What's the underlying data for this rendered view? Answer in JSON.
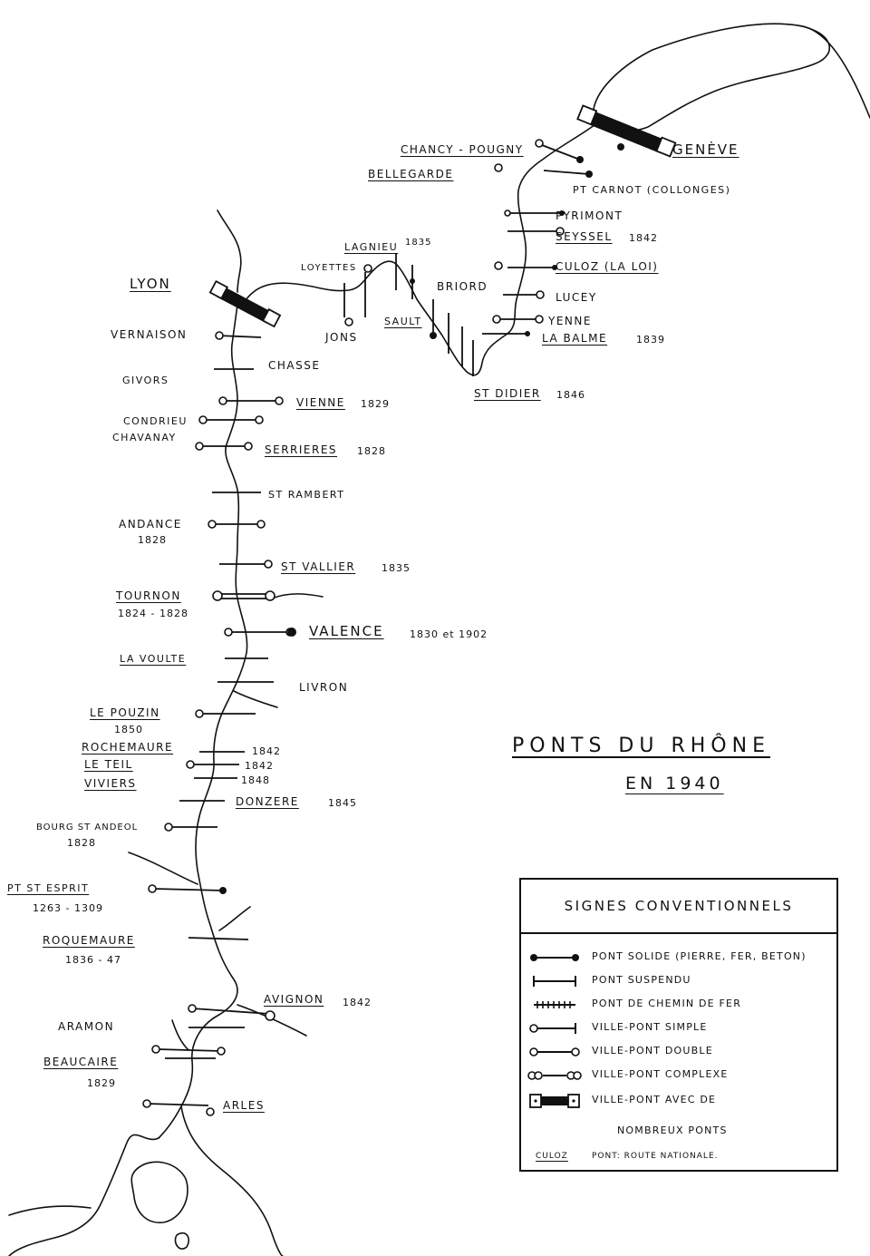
{
  "title": "PONTS DU RHÔNE",
  "subtitle": "EN 1940",
  "legend": {
    "heading": "SIGNES CONVENTIONNELS",
    "items": [
      {
        "symbol": "solid-bridge-icon",
        "label": "PONT SOLIDE (PIERRE, FER, BETON)"
      },
      {
        "symbol": "suspension-bridge-icon",
        "label": "PONT SUSPENDU"
      },
      {
        "symbol": "railway-bridge-icon",
        "label": "PONT DE CHEMIN DE FER"
      },
      {
        "symbol": "single-bridge-town-icon",
        "label": "VILLE-PONT SIMPLE"
      },
      {
        "symbol": "double-bridge-town-icon",
        "label": "VILLE-PONT DOUBLE"
      },
      {
        "symbol": "complex-bridge-town-icon",
        "label": "VILLE-PONT COMPLEXE"
      },
      {
        "symbol": "many-bridges-town-icon",
        "label": "VILLE-PONT AVEC DE"
      }
    ],
    "extra_line": "NOMBREUX PONTS",
    "note_sample": "CULOZ",
    "note_text": "PONT: ROUTE NATIONALE."
  },
  "places": {
    "chancy": "CHANCY - POUGNY",
    "geneve": "GENÈVE",
    "bellegarde": "BELLEGARDE",
    "carnot": "PT CARNOT (COLLONGES)",
    "pyrimont": "PYRIMONT",
    "seyssel": "SEYSSEL",
    "seyssel_year": "1842",
    "culoz": "CULOZ (LA LOI)",
    "lucey": "LUCEY",
    "yenne": "YENNE",
    "labalme": "LA BALME",
    "labalme_year": "1839",
    "stdidier": "ST DIDIER",
    "stdidier_year": "1846",
    "briord": "BRIORD",
    "sault": "SAULT",
    "lagnieu": "LAGNIEU",
    "lagnieu_year": "1835",
    "loyettes": "LOYETTES",
    "jons": "JONS",
    "lyon": "LYON",
    "vernaison": "VERNAISON",
    "chasse": "CHASSE",
    "givors": "GIVORS",
    "vienne": "VIENNE",
    "vienne_year": "1829",
    "condrieu": "CONDRIEU",
    "chavanay": "CHAVANAY",
    "serrieres": "SERRIERES",
    "serrieres_year": "1828",
    "strambert": "ST RAMBERT",
    "andance": "ANDANCE",
    "andance_year": "1828",
    "stvallier": "ST VALLIER",
    "stvallier_year": "1835",
    "tournon": "TOURNON",
    "tournon_years": "1824 - 1828",
    "valence": "VALENCE",
    "valence_years": "1830 et 1902",
    "lavoulte": "LA VOULTE",
    "livron": "LIVRON",
    "lepouzin": "LE POUZIN",
    "lepouzin_year": "1850",
    "rochemaure": "ROCHEMAURE",
    "rochemaure_year": "1842",
    "leteil": "LE TEIL",
    "leteil_year": "1842",
    "viviers": "VIVIERS",
    "viviers_year": "1848",
    "donzere": "DONZERE",
    "donzere_year": "1845",
    "bourg": "BOURG ST ANDEOL",
    "bourg_year": "1828",
    "ptstesprit": "PT ST ESPRIT",
    "ptstesprit_years": "1263 - 1309",
    "roquemaure": "ROQUEMAURE",
    "roquemaure_years": "1836 - 47",
    "avignon": "AVIGNON",
    "avignon_year": "1842",
    "aramon": "ARAMON",
    "beaucaire": "BEAUCAIRE",
    "beaucaire_year": "1829",
    "arles": "ARLES"
  },
  "colors": {
    "ink": "#111111",
    "paper": "#ffffff"
  }
}
